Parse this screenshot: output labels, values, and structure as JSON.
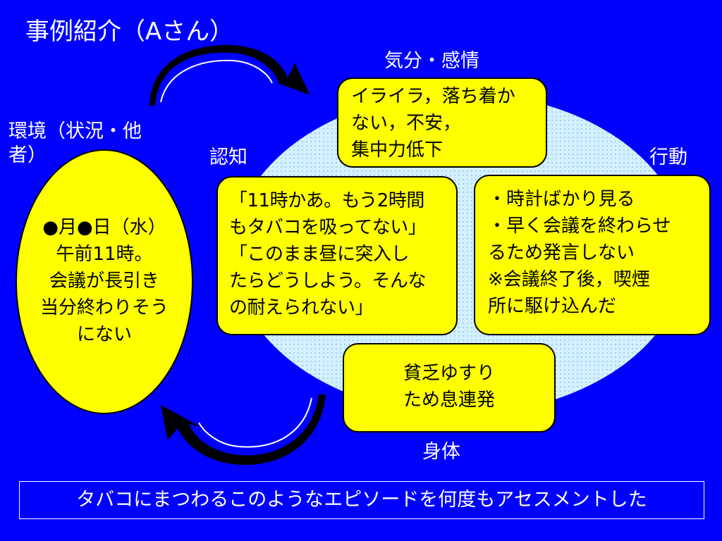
{
  "title": "事例紹介（Aさん）",
  "labels": {
    "environment_l1": "環境（状況・他",
    "environment_l2": "者）",
    "mood": "気分・感情",
    "cognition": "認知",
    "behavior": "行動",
    "body": "身体"
  },
  "environment_box": [
    "●月●日（水）",
    "午前11時。",
    "会議が長引き",
    "当分終わりそう",
    "にない"
  ],
  "mood_box": [
    "イライラ，落ち着か",
    "ない，不安，",
    "集中力低下"
  ],
  "cognition_box": [
    "「11時かあ。もう2時間",
    "もタバコを吸ってない」",
    "「このまま昼に突入し",
    "たらどうしよう。そんな",
    "の耐えられない」"
  ],
  "behavior_box": [
    "・時計ばかり見る",
    "・早く会議を終わらせ",
    "るため発言しない",
    "※会議終了後，喫煙",
    "所に駆け込んだ"
  ],
  "body_box": [
    "貧乏ゆすり",
    "ため息連発"
  ],
  "footer": "タバコにまつわるこのようなエピソードを何度もアセスメントした",
  "colors": {
    "background": "#0000ff",
    "box_fill": "#ffff00",
    "oval_fill": "#cdeeff",
    "text_light": "#ffffff"
  },
  "icons": [
    "curved-arrow-top-icon",
    "curved-arrow-bottom-icon"
  ]
}
